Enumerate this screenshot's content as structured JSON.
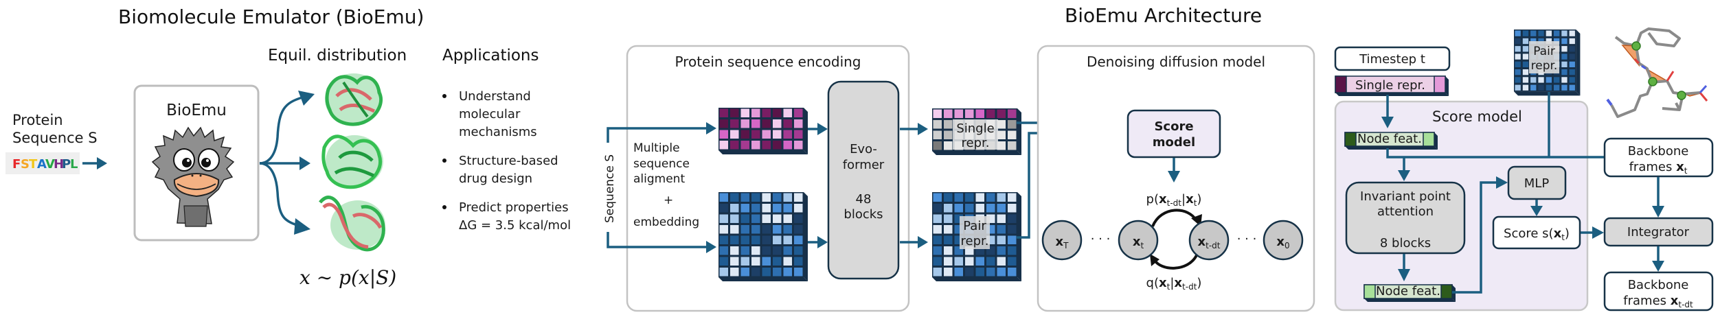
{
  "left": {
    "title": "Biomolecule Emulator (BioEmu)",
    "input_label_line1": "Protein",
    "input_label_line2": "Sequence S",
    "sequence": [
      {
        "char": "F",
        "color": "#e8282a"
      },
      {
        "char": "S",
        "color": "#f5a623"
      },
      {
        "char": "T",
        "color": "#f2c71b"
      },
      {
        "char": "A",
        "color": "#1a73c8"
      },
      {
        "char": "V",
        "color": "#27a844"
      },
      {
        "char": "H",
        "color": "#7b2a86"
      },
      {
        "char": "P",
        "color": "#1e5c8a"
      },
      {
        "char": "L",
        "color": "#2aa84a"
      }
    ],
    "model_label": "BioEmu",
    "mascot": "emu-mascot-icon",
    "equil_title": "Equil. distribution",
    "structures": [
      "protein-structure-1",
      "protein-structure-2",
      "protein-structure-3"
    ],
    "formula": "x ∼ p(x|S)",
    "applications_title": "Applications",
    "applications": [
      {
        "lines": [
          "Understand",
          "molecular",
          "mechanisms"
        ]
      },
      {
        "lines": [
          "Structure-based",
          "drug design"
        ]
      },
      {
        "lines": [
          "Predict properties",
          "ΔG = 3.5 kcal/mol"
        ]
      }
    ]
  },
  "architecture": {
    "title": "BioEmu Architecture",
    "encoding": {
      "title": "Protein sequence encoding",
      "input_label": "Sequence S",
      "msa_lines": [
        "Multiple",
        "sequence",
        "aligment",
        "+",
        "embedding"
      ],
      "evoformer_lines": [
        "Evo-",
        "former",
        "",
        "48",
        "blocks"
      ],
      "single_repr_lines": [
        "Single",
        "repr."
      ],
      "pair_repr_lines": [
        "Pair",
        "repr."
      ]
    },
    "diffusion": {
      "title": "Denoising diffusion model",
      "score_model_lines": [
        "Score",
        "model"
      ],
      "forward_label": {
        "pre": "p(",
        "x1": "x",
        "s1": "t-dt",
        "mid": "|",
        "x2": "x",
        "s2": "t",
        "post": ")"
      },
      "reverse_label": {
        "pre": "q(",
        "x1": "x",
        "s1": "t",
        "mid": "|",
        "x2": "x",
        "s2": "t-dt",
        "post": ")"
      },
      "states": [
        {
          "base": "x",
          "sub": "T"
        },
        {
          "base": "x",
          "sub": "t"
        },
        {
          "base": "x",
          "sub": "t-dt"
        },
        {
          "base": "x",
          "sub": "0"
        }
      ],
      "ellipsis": "· · ·"
    },
    "score_detail": {
      "timestep_label": "Timestep t",
      "single_repr_label": "Single repr.",
      "pair_repr_lines": [
        "Pair",
        "repr."
      ],
      "panel_title": "Score model",
      "node_feat_label": "Node feat.",
      "ipa_lines": [
        "Invariant point",
        "attention",
        "",
        "8 blocks"
      ],
      "mlp_label": "MLP",
      "score_label": {
        "pre": "Score s(",
        "x": "x",
        "sub": "t",
        "post": ")"
      },
      "backbone_in": {
        "line1": "Backbone",
        "line2": "frames",
        "x": "x",
        "sub": "t"
      },
      "integrator_label": "Integrator",
      "backbone_out": {
        "line1": "Backbone",
        "line2": "frames",
        "x": "x",
        "sub": "t-dt"
      },
      "molecule": "backbone-molecule-icon"
    }
  },
  "colors": {
    "flow": "#1b5e80",
    "box_gray": "#d9d9d9",
    "score_fill": "#f1ecf7",
    "panel_purple": "#efeaf6",
    "node_border": "#163247"
  }
}
